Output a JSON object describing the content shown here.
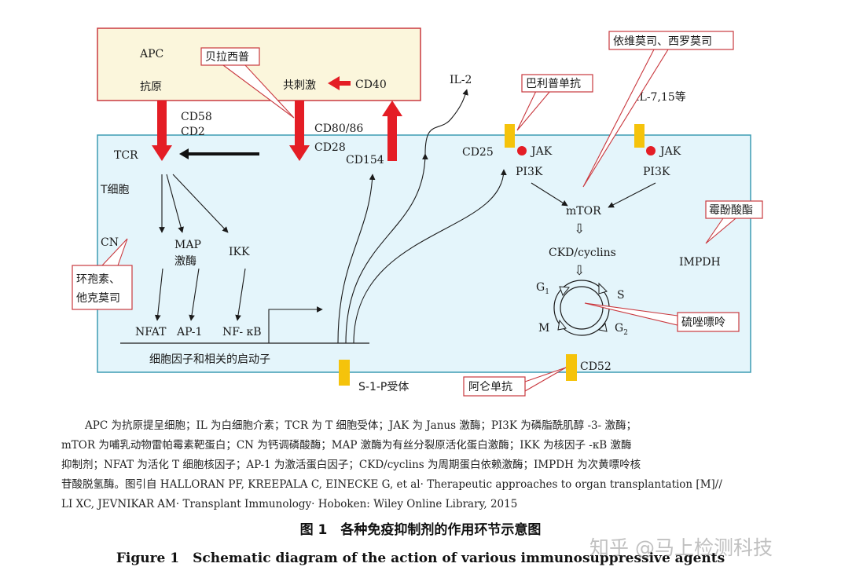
{
  "diagram": {
    "apc": "APC",
    "antigen": "抗原",
    "costim": "共刺激",
    "cd40": "CD40",
    "cd58": "CD58",
    "cd2": "CD2",
    "cd80_86": "CD80/86",
    "cd28": "CD28",
    "cd154": "CD154",
    "il2": "IL-2",
    "tcr": "TCR",
    "tcell": "T细胞",
    "cn": "CN",
    "map": "MAP",
    "kinase": "激酶",
    "ikk": "IKK",
    "nfat": "NFAT",
    "ap1": "AP-1",
    "nfkb": "NF- κB",
    "promoter": "细胞因子和相关的启动子",
    "cd25": "CD25",
    "jak1": "JAK",
    "jak2": "JAK",
    "pi3k1": "PI3K",
    "pi3k2": "PI3K",
    "il7": "IL-7,15等",
    "mtor": "mTOR",
    "down_arrow": "⇩",
    "ckd": "CKD/cyclins",
    "impdh": "IMPDH",
    "g1": "G",
    "g1_sub": "1",
    "s_phase": "S",
    "m_phase": "M",
    "g2": "G",
    "g2_sub": "2",
    "s1p": "S-1-P受体",
    "cd52": "CD52"
  },
  "drugs": {
    "belatacept": "贝拉西普",
    "basiliximab": "巴利普单抗",
    "everolimus": "依维莫司、西罗莫司",
    "cyclosporine_1": "环孢素、",
    "cyclosporine_2": "他克莫司",
    "mycophenolate": "霉酚酸酯",
    "azathioprine": "硫唑嘌呤",
    "alemtuzumab": "阿仑单抗"
  },
  "caption": {
    "line1": "APC 为抗原提呈细胞；IL 为白细胞介素；TCR 为 T 细胞受体；JAK 为 Janus 激酶；PI3K 为磷脂酰肌醇 -3- 激酶；",
    "line2": "mTOR 为哺乳动物雷帕霉素靶蛋白；CN 为钙调磷酸酶；MAP 激酶为有丝分裂原活化蛋白激酶；IKK 为核因子 -κB 激酶",
    "line3": "抑制剂；NFAT 为活化 T 细胞核因子；AP-1 为激活蛋白因子；CKD/cyclins 为周期蛋白依赖激酶；IMPDH 为次黄嘌呤核",
    "line4": "苷酸脱氢酶。图引自 HALLORAN PF, KREEPALA C, EINECKE G, et al· Therapeutic approaches to organ transplantation [M]//",
    "line5": "LI XC, JEVNIKAR AM· Transplant Immunology· Hoboken: Wiley Online Library, 2015"
  },
  "figure": {
    "title_cn": "图 1　各种免疫抑制剂的作用环节示意图",
    "title_en": "Figure 1　Schematic diagram of the action of various immunosuppressive agents"
  },
  "watermark": "知乎 @马上检测科技",
  "colors": {
    "apc_fill": "#fbf6dc",
    "cell_fill": "#e4f5fb",
    "cell_border": "#3d9bb3",
    "red": "#e41d25",
    "yellow": "#f5c30b",
    "callout_border": "#c9383e"
  }
}
